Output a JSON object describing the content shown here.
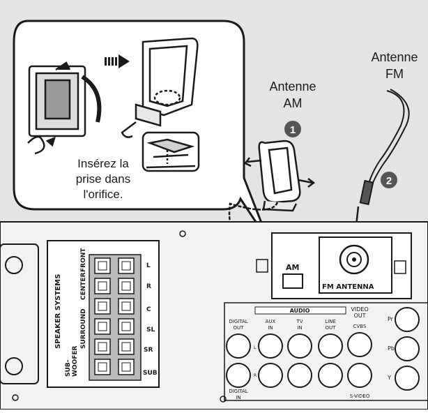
{
  "callout": {
    "instruction_line1": "Insérez la",
    "instruction_line2": "prise dans",
    "instruction_line3": "l'orifice."
  },
  "antennas": {
    "am_line1": "Antenne",
    "am_line2": "AM",
    "fm_line1": "Antenne",
    "fm_line2": "FM"
  },
  "steps": {
    "step1": "1",
    "step2": "2"
  },
  "panel": {
    "am_port": "AM",
    "fm_port": "FM ANTENNA",
    "speaker_systems": "SPEAKER SYSTEMS",
    "surround": "SURROUND",
    "center": "CENTER",
    "front": "FRONT",
    "sub": "SUB-",
    "woofer": "WOOFER",
    "ch_l": "L",
    "ch_r": "R",
    "ch_c": "C",
    "ch_sl": "SL",
    "ch_sr": "SR",
    "ch_sub": "SUB",
    "audio": "AUDIO",
    "digital_out_1": "DIGITAL",
    "digital_out_2": "OUT",
    "digital_in_1": "DIGITAL",
    "digital_in_2": "IN",
    "aux_in_1": "AUX",
    "aux_in_2": "IN",
    "tv_in_1": "TV",
    "tv_in_2": "IN",
    "line_out_1": "LINE",
    "line_out_2": "OUT",
    "video_out_1": "VIDEO",
    "video_out_2": "OUT",
    "cvbs": "CVBS",
    "svideo": "S-VIDEO",
    "pr": "Pr",
    "pb": "Pb",
    "y": "Y",
    "jack_l": "L",
    "jack_r": "R"
  },
  "colors": {
    "background": "#e4e4e4",
    "panel": "#f2f2f2",
    "ink": "#1a1a1a",
    "step_badge": "#555555"
  }
}
